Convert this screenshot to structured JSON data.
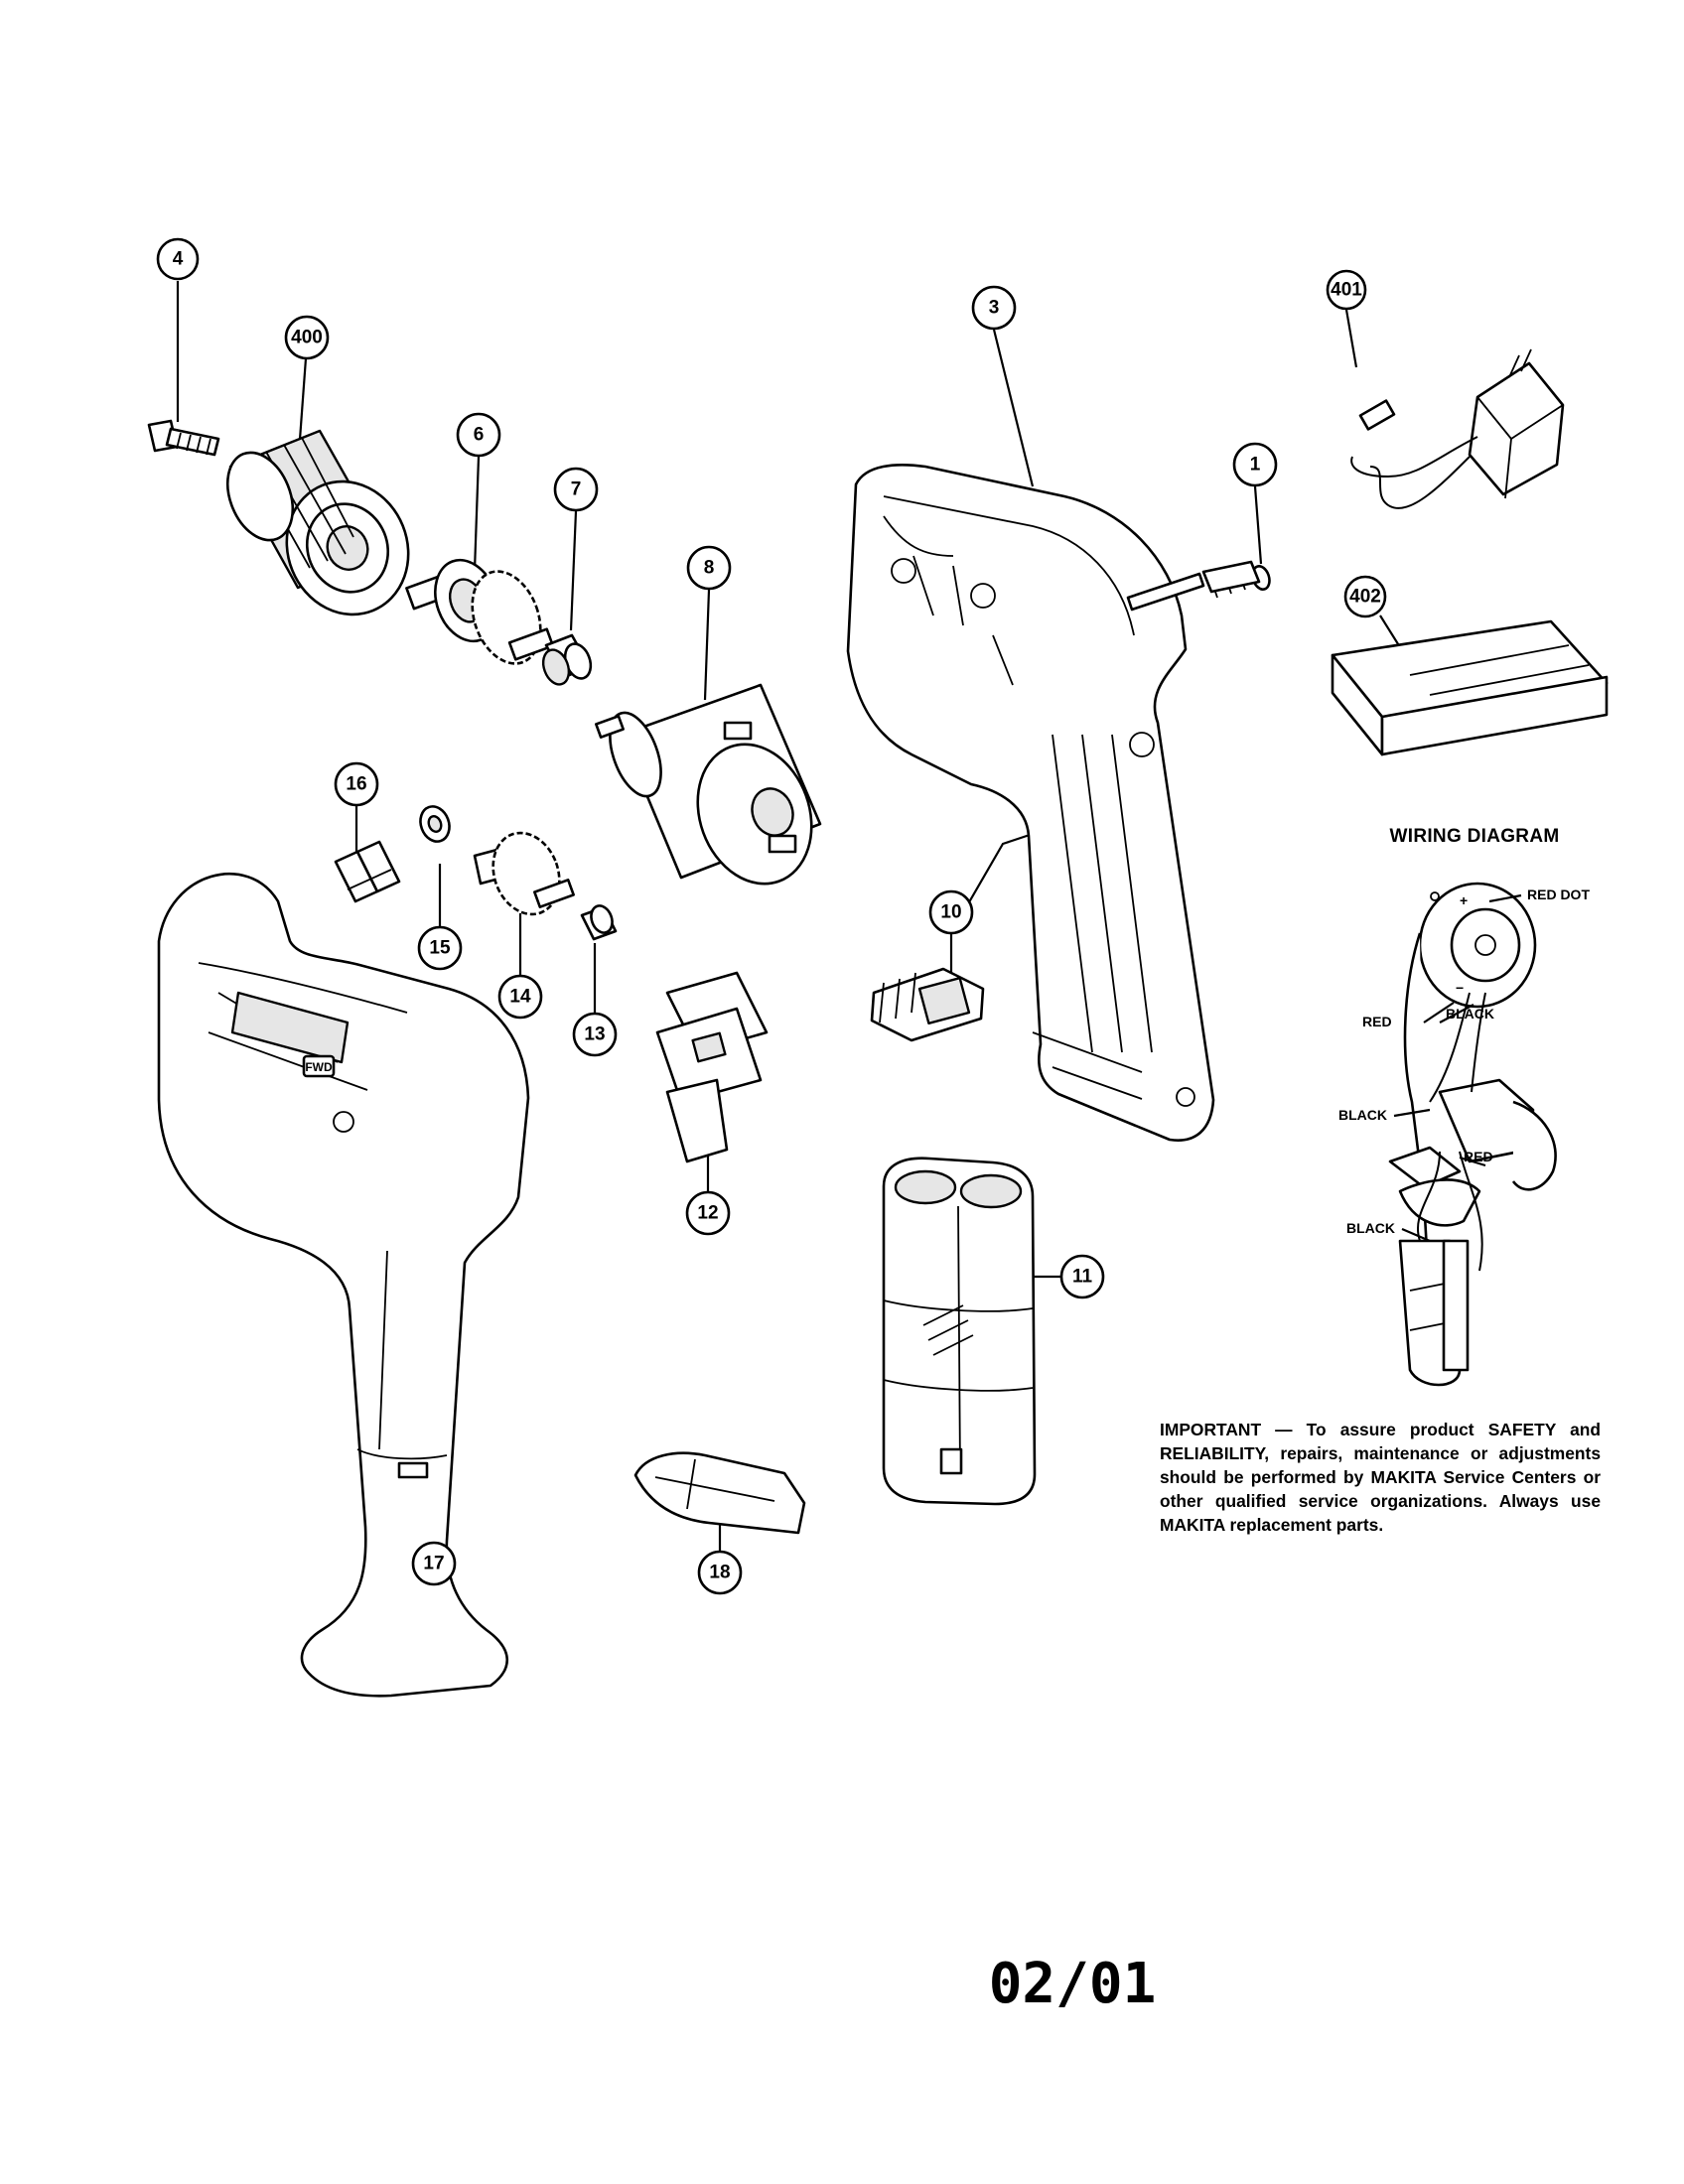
{
  "callouts": {
    "c4": "4",
    "c400": "400",
    "c6": "6",
    "c7": "7",
    "c8": "8",
    "c3": "3",
    "c1": "1",
    "c401": "401",
    "c402": "402",
    "c16": "16",
    "c15": "15",
    "c14": "14",
    "c13": "13",
    "c10": "10",
    "c12": "12",
    "c11": "11",
    "c17": "17",
    "c18": "18"
  },
  "wiring": {
    "title": "WIRING DIAGRAM",
    "red_dot": "RED DOT",
    "red_1": "RED",
    "black_1": "BLACK",
    "black_2": "BLACK",
    "red_2": "RED",
    "black_3": "BLACK",
    "plus": "+",
    "minus": "−"
  },
  "housing": {
    "direction_label": "FWD"
  },
  "note": {
    "text": "IMPORTANT — To assure product SAFETY and RELIABILITY, repairs, maintenance or adjustments should be performed by MAKITA Service Centers or other qualified service organizations. Always use MAKITA replacement parts."
  },
  "page_code": "02/01"
}
